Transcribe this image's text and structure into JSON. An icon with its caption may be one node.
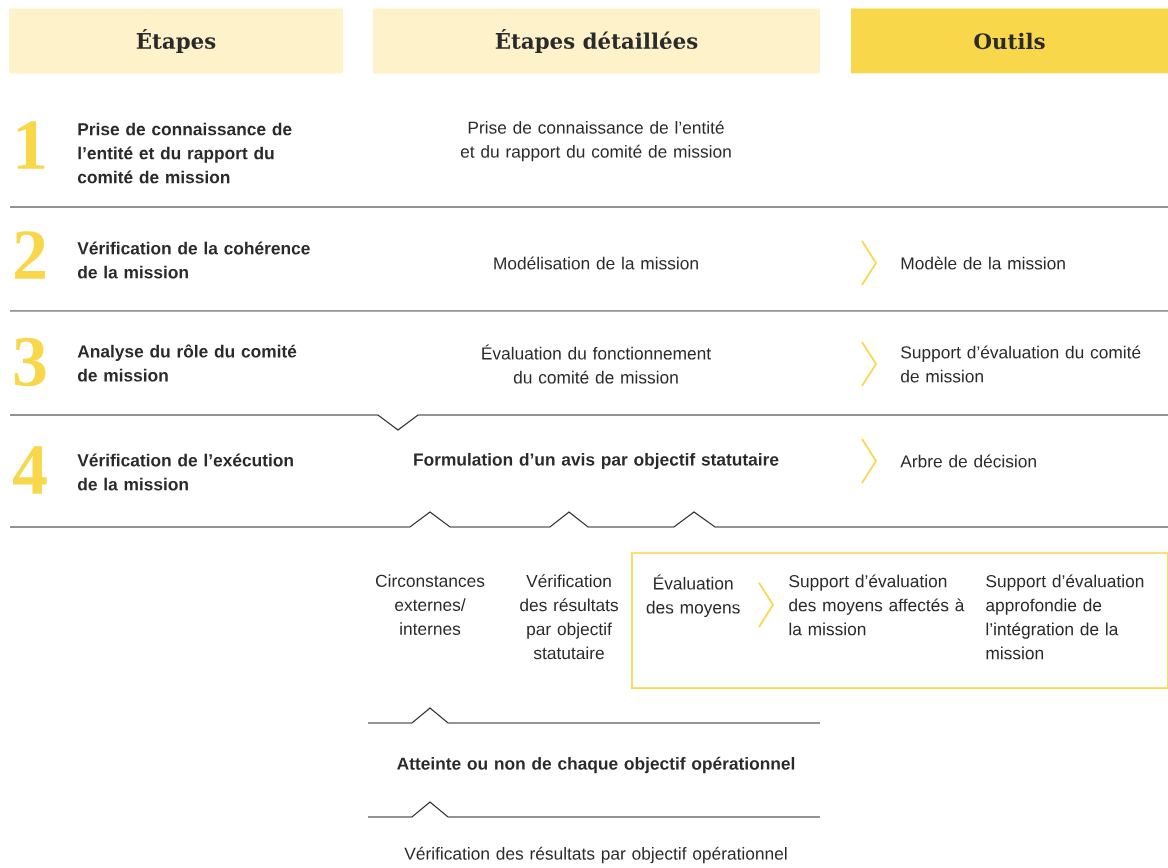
{
  "diagram": {
    "nodes": [
      {
        "text": [
          "Étapes"
        ]
      },
      {
        "text": [
          "Étapes détaillées"
        ]
      },
      {
        "text": [
          "Outils"
        ]
      },
      {
        "text": [
          "Modélisation de la mission"
        ]
      },
      {
        "text": [
          "Modèle de la mission"
        ]
      },
      {
        "text": [
          "Évaluation du fonctionnement du comité de mission"
        ]
      },
      {
        "text": [
          "Support d’évaluation du comité de mission"
        ]
      },
      {
        "text": [
          "Formulation d’un avis par objectif statutaire"
        ]
      },
      {
        "text": [
          "Arbre de décision"
        ]
      },
      {
        "text": [],
        "shape": "box"
      },
      {
        "text": [
          "Évaluation des moyens"
        ],
        "in": 9
      },
      {
        "text": [
          "Support d’évaluation des moyens affectés à la mission"
        ],
        "in": 9
      },
      {
        "text": [
          "Support d’évaluation approfondie de l’intégration de la mission"
        ],
        "in": 9
      }
    ],
    "labels": [
      "1",
      "Prise de connaissance de l’entité et du rapport du comité de mission",
      "Prise de connaissance de l’entité et du rapport du comité de mission",
      "2",
      "Vérification de la cohérence de la mission",
      "3",
      "Analyse du rôle du comité de mission",
      "4",
      "Vérification de l’exécution de la mission",
      "Circonstances externes/ internes",
      "Vérification des résultats par objectif statutaire",
      "Atteinte ou non de chaque objectif opérationnel",
      "Vérification des résultats par objectif opérationnel"
    ]
  }
}
